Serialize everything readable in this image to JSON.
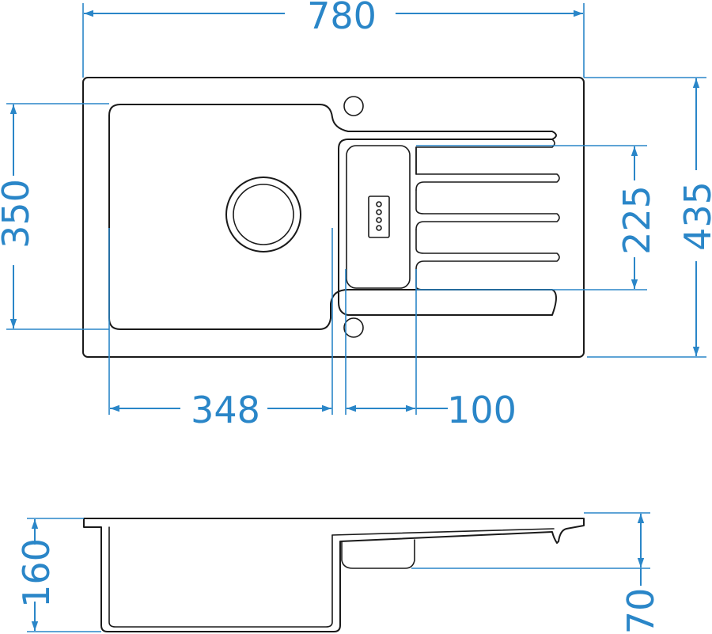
{
  "colors": {
    "dimension": "#2a86c8",
    "outline": "#1a1a1a",
    "background": "#ffffff"
  },
  "dimensions": {
    "overall_width": "780",
    "overall_depth": "435",
    "bowl_depth_plan": "350",
    "bowl_width": "348",
    "drainer_channel_width": "100",
    "drainer_length": "225",
    "total_height": "160",
    "drainer_height": "70"
  }
}
